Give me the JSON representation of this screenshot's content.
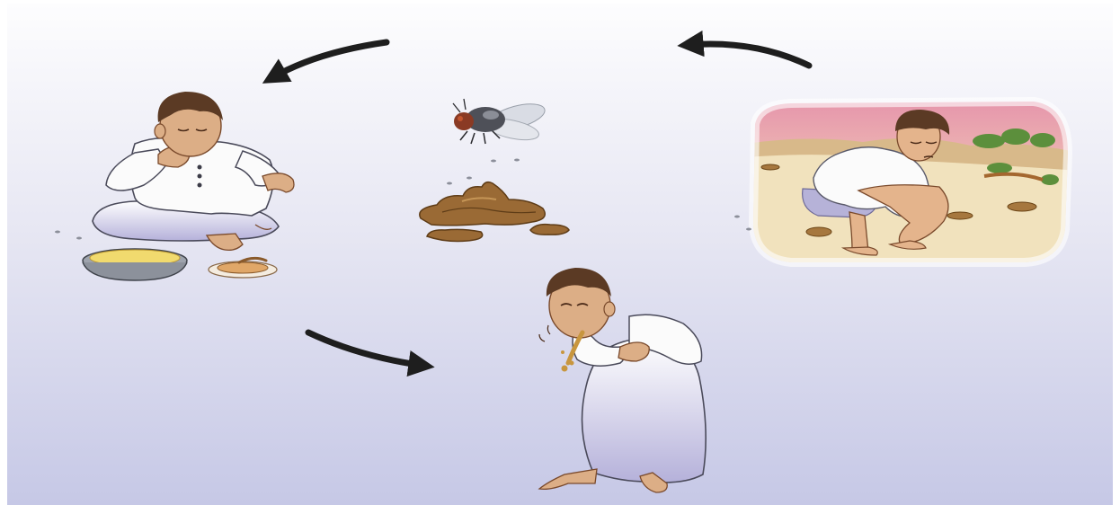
{
  "diagram": {
    "description_free": true,
    "stages": [
      {
        "id": "open-defecation",
        "icon": "squatting-boy-field-scene"
      },
      {
        "id": "fly-contamination",
        "icon": "fly-and-feces"
      },
      {
        "id": "eating-contaminated-food",
        "icon": "boy-eating-food"
      },
      {
        "id": "illness",
        "icon": "sick-boy-vomiting"
      }
    ],
    "arrows": [
      {
        "from": "open-defecation",
        "to": "fly-contamination"
      },
      {
        "from": "fly-contamination",
        "to": "eating-contaminated-food"
      },
      {
        "from": "eating-contaminated-food",
        "to": "illness"
      }
    ]
  },
  "colors": {
    "background_top": "#fbfbfd",
    "background_bottom": "#c9cbe8",
    "arrow": "#1e1e1e",
    "skin": "#dcae86",
    "hair": "#5b3a24",
    "shirt": "#fbfbfb",
    "robe_shadow": "#b8b6da",
    "feces": "#8a5a2b",
    "sky": "#e6a0b0",
    "ground": "#efe1b5"
  }
}
